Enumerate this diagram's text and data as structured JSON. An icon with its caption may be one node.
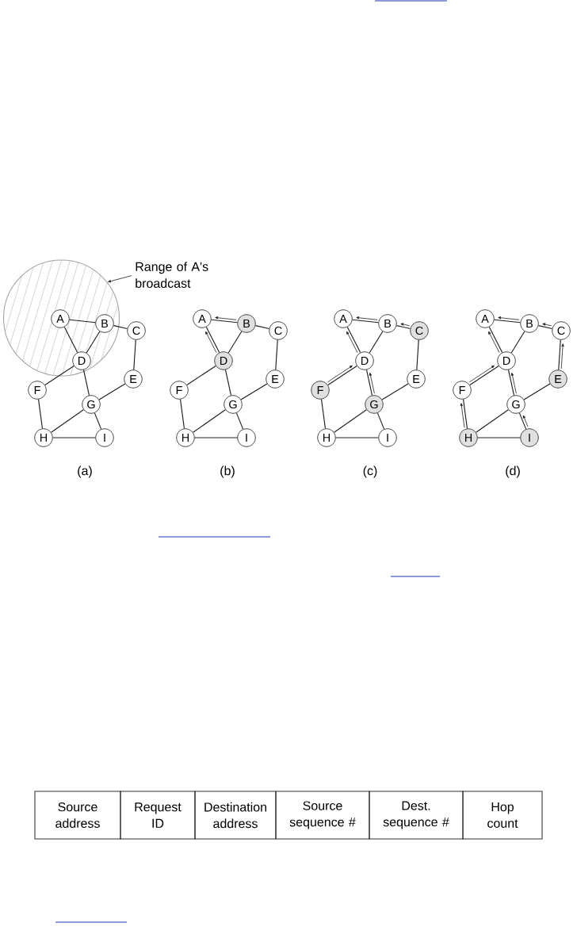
{
  "diagram": {
    "nodes": [
      {
        "text": [
          "Range of A's broadcast"
        ]
      },
      {
        "text": [],
        "shape": "circle"
      },
      {
        "text": [
          "A"
        ],
        "in": 1
      },
      {
        "text": [
          "B"
        ],
        "in": 1
      },
      {
        "text": [
          "C"
        ]
      },
      {
        "text": [
          "D"
        ],
        "in": 1
      },
      {
        "text": [
          "E"
        ]
      },
      {
        "text": [
          "F"
        ]
      },
      {
        "text": [
          "G"
        ]
      },
      {
        "text": [
          "H"
        ]
      },
      {
        "text": [
          "I"
        ]
      },
      {
        "text": [
          "A"
        ]
      },
      {
        "text": [
          "B"
        ]
      },
      {
        "text": [
          "C"
        ]
      },
      {
        "text": [
          "D"
        ]
      },
      {
        "text": [
          "E"
        ]
      },
      {
        "text": [
          "F"
        ]
      },
      {
        "text": [
          "G"
        ]
      },
      {
        "text": [
          "H"
        ]
      },
      {
        "text": [
          "I"
        ]
      },
      {
        "text": [
          "A"
        ]
      },
      {
        "text": [
          "B"
        ]
      },
      {
        "text": [
          "C"
        ]
      },
      {
        "text": [
          "D"
        ]
      },
      {
        "text": [
          "E"
        ]
      },
      {
        "text": [
          "F"
        ]
      },
      {
        "text": [
          "G"
        ]
      },
      {
        "text": [
          "H"
        ]
      },
      {
        "text": [
          "I"
        ]
      },
      {
        "text": [
          "A"
        ]
      },
      {
        "text": [
          "B"
        ]
      },
      {
        "text": [
          "C"
        ]
      },
      {
        "text": [
          "D"
        ]
      },
      {
        "text": [
          "E"
        ]
      },
      {
        "text": [
          "F"
        ]
      },
      {
        "text": [
          "G"
        ]
      },
      {
        "text": [
          "H"
        ]
      },
      {
        "text": [
          "I"
        ]
      },
      {
        "text": [
          "Source address"
        ]
      },
      {
        "text": [
          "Request ID"
        ]
      },
      {
        "text": [
          "Destination address"
        ]
      },
      {
        "text": [
          "Source sequence #"
        ]
      },
      {
        "text": [
          "Dest. sequence #"
        ]
      },
      {
        "text": [
          "Hop count"
        ]
      }
    ],
    "edges": [
      {
        "from": 0,
        "to": 1,
        "arrow": "to"
      },
      {
        "from": 2,
        "to": 3,
        "arrow": "none"
      },
      {
        "from": 2,
        "to": 5,
        "arrow": "none"
      },
      {
        "from": 3,
        "to": 4,
        "arrow": "none"
      },
      {
        "from": 3,
        "to": 5,
        "arrow": "none"
      },
      {
        "from": 4,
        "to": 6,
        "arrow": "none"
      },
      {
        "from": 5,
        "to": 7,
        "arrow": "none"
      },
      {
        "from": 5,
        "to": 8,
        "arrow": "none"
      },
      {
        "from": 6,
        "to": 8,
        "arrow": "none"
      },
      {
        "from": 7,
        "to": 9,
        "arrow": "none"
      },
      {
        "from": 8,
        "to": 9,
        "arrow": "none"
      },
      {
        "from": 8,
        "to": 10,
        "arrow": "none"
      },
      {
        "from": 9,
        "to": 10,
        "arrow": "none"
      },
      {
        "from": 11,
        "to": 12,
        "arrow": "none"
      },
      {
        "from": 11,
        "to": 14,
        "arrow": "none"
      },
      {
        "from": 12,
        "to": 13,
        "arrow": "none"
      },
      {
        "from": 12,
        "to": 14,
        "arrow": "none"
      },
      {
        "from": 13,
        "to": 15,
        "arrow": "none"
      },
      {
        "from": 14,
        "to": 16,
        "arrow": "none"
      },
      {
        "from": 14,
        "to": 17,
        "arrow": "none"
      },
      {
        "from": 15,
        "to": 17,
        "arrow": "none"
      },
      {
        "from": 16,
        "to": 18,
        "arrow": "none"
      },
      {
        "from": 17,
        "to": 18,
        "arrow": "none"
      },
      {
        "from": 17,
        "to": 19,
        "arrow": "none"
      },
      {
        "from": 18,
        "to": 19,
        "arrow": "none"
      },
      {
        "from": 12,
        "to": 11,
        "arrow": "to"
      },
      {
        "from": 14,
        "to": 11,
        "arrow": "to"
      },
      {
        "from": 20,
        "to": 21,
        "arrow": "none"
      },
      {
        "from": 20,
        "to": 23,
        "arrow": "none"
      },
      {
        "from": 21,
        "to": 22,
        "arrow": "none"
      },
      {
        "from": 21,
        "to": 23,
        "arrow": "none"
      },
      {
        "from": 22,
        "to": 24,
        "arrow": "none"
      },
      {
        "from": 23,
        "to": 25,
        "arrow": "none"
      },
      {
        "from": 23,
        "to": 26,
        "arrow": "none"
      },
      {
        "from": 24,
        "to": 26,
        "arrow": "none"
      },
      {
        "from": 25,
        "to": 27,
        "arrow": "none"
      },
      {
        "from": 26,
        "to": 27,
        "arrow": "none"
      },
      {
        "from": 26,
        "to": 28,
        "arrow": "none"
      },
      {
        "from": 27,
        "to": 28,
        "arrow": "none"
      },
      {
        "from": 21,
        "to": 20,
        "arrow": "to"
      },
      {
        "from": 22,
        "to": 21,
        "arrow": "to"
      },
      {
        "from": 23,
        "to": 20,
        "arrow": "to"
      },
      {
        "from": 25,
        "to": 23,
        "arrow": "to"
      },
      {
        "from": 26,
        "to": 23,
        "arrow": "to"
      },
      {
        "from": 29,
        "to": 30,
        "arrow": "none"
      },
      {
        "from": 29,
        "to": 32,
        "arrow": "none"
      },
      {
        "from": 30,
        "to": 31,
        "arrow": "none"
      },
      {
        "from": 30,
        "to": 32,
        "arrow": "none"
      },
      {
        "from": 31,
        "to": 33,
        "arrow": "none"
      },
      {
        "from": 32,
        "to": 34,
        "arrow": "none"
      },
      {
        "from": 32,
        "to": 35,
        "arrow": "none"
      },
      {
        "from": 33,
        "to": 35,
        "arrow": "none"
      },
      {
        "from": 34,
        "to": 36,
        "arrow": "none"
      },
      {
        "from": 35,
        "to": 36,
        "arrow": "none"
      },
      {
        "from": 35,
        "to": 37,
        "arrow": "none"
      },
      {
        "from": 36,
        "to": 37,
        "arrow": "none"
      },
      {
        "from": 30,
        "to": 29,
        "arrow": "to"
      },
      {
        "from": 31,
        "to": 30,
        "arrow": "to"
      },
      {
        "from": 32,
        "to": 29,
        "arrow": "to"
      },
      {
        "from": 34,
        "to": 32,
        "arrow": "to"
      },
      {
        "from": 35,
        "to": 32,
        "arrow": "to"
      },
      {
        "from": 33,
        "to": 31,
        "arrow": "to"
      },
      {
        "from": 36,
        "to": 34,
        "arrow": "to"
      },
      {
        "from": 37,
        "to": 35,
        "arrow": "to"
      }
    ],
    "labels": [
      "(a)",
      "(b)",
      "(c)",
      "(d)"
    ]
  }
}
